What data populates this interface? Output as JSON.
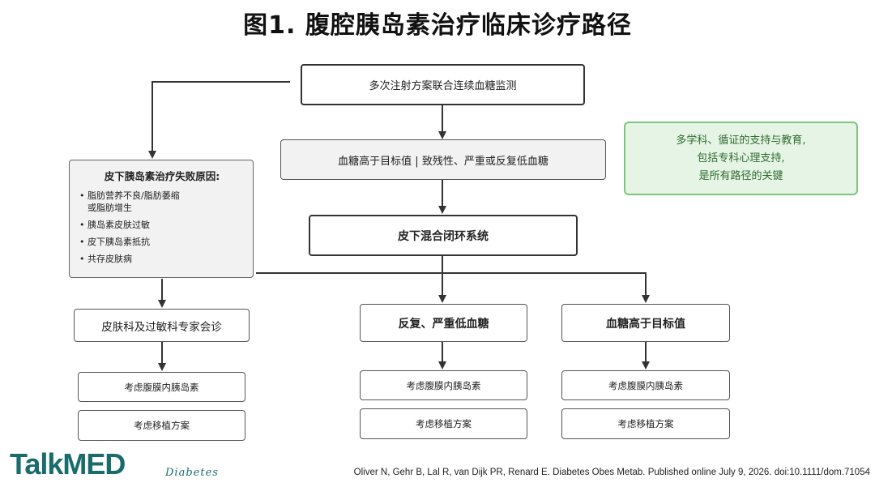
{
  "title": "图1. 腹腔胰岛素治疗临床诊疗路径",
  "nodes": {
    "start": "多次注射方案联合连续血糖监测",
    "criteria": "血糖高于目标值 | 致残性、严重或反复低血糖",
    "closed_loop": "皮下混合闭环系统",
    "failure": {
      "heading": "皮下胰岛素治疗失败原因:",
      "items": [
        "脂肪营养不良/脂肪萎缩\n或脂肪增生",
        "胰岛素皮肤过敏",
        "皮下胰岛素抵抗",
        "共存皮肤病"
      ]
    },
    "consult": "皮肤科及过敏科专家会诊",
    "hypo": "反复、严重低血糖",
    "hyper": "血糖高于目标值",
    "option_ip": "考虑腹膜内胰岛素",
    "option_transplant": "考虑移植方案"
  },
  "support": {
    "lines": [
      "多学科、循证的支持与教育,",
      "包括专科心理支持,",
      "是所有路径的关键"
    ],
    "color": "#7cc57c"
  },
  "footer": {
    "logo": "TalkMED",
    "logo_sub": "Diabetes",
    "citation": "Oliver N, Gehr B, Lal R, van Dijk PR, Renard E. Diabetes Obes Metab. Published online July 9, 2026. doi:10.1111/dom.71054"
  }
}
